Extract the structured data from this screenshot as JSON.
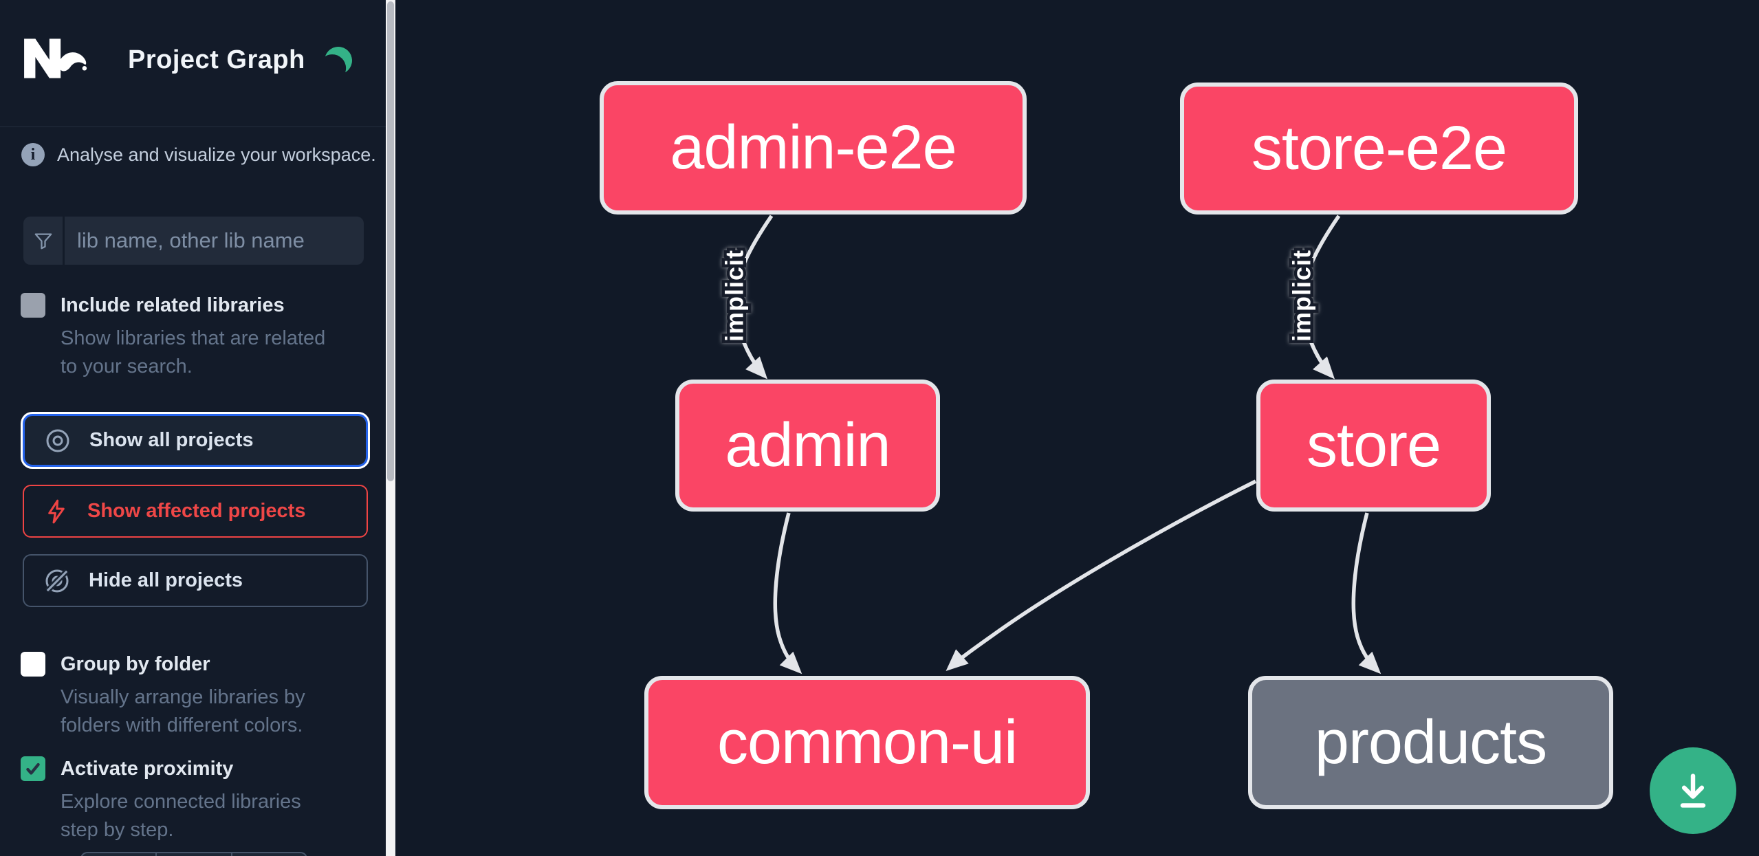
{
  "app": {
    "title": "Project Graph",
    "logo_name": "Nx",
    "theme_toggle": "moon-icon"
  },
  "sidebar": {
    "info_text": "Analyse and visualize your workspace.",
    "search": {
      "placeholder": "lib name, other lib name",
      "value": "",
      "icon": "filter-funnel-icon"
    },
    "options": [
      {
        "label": "Include related libraries",
        "description": "Show libraries that are related to your search.",
        "checked": false
      },
      {
        "label": "Group by folder",
        "description": "Visually arrange libraries by folders with different colors.",
        "checked": false
      },
      {
        "label": "Activate proximity",
        "description": "Explore connected libraries step by step.",
        "checked": true
      }
    ],
    "buttons": [
      {
        "label": "Show all projects",
        "icon": "eye-icon",
        "state": "focused"
      },
      {
        "label": "Show affected projects",
        "icon": "bolt-icon",
        "state": "affected"
      },
      {
        "label": "Hide all projects",
        "icon": "eye-off-icon",
        "state": "default"
      }
    ]
  },
  "graph": {
    "nodes": [
      {
        "id": "admin-e2e",
        "label": "admin-e2e",
        "color": "pink"
      },
      {
        "id": "store-e2e",
        "label": "store-e2e",
        "color": "pink"
      },
      {
        "id": "admin",
        "label": "admin",
        "color": "pink"
      },
      {
        "id": "store",
        "label": "store",
        "color": "pink"
      },
      {
        "id": "common-ui",
        "label": "common-ui",
        "color": "pink"
      },
      {
        "id": "products",
        "label": "products",
        "color": "gray"
      }
    ],
    "edges": [
      {
        "from": "admin-e2e",
        "to": "admin",
        "label": "implicit"
      },
      {
        "from": "store-e2e",
        "to": "store",
        "label": "implicit"
      },
      {
        "from": "admin",
        "to": "common-ui",
        "label": ""
      },
      {
        "from": "store",
        "to": "common-ui",
        "label": ""
      },
      {
        "from": "store",
        "to": "products",
        "label": ""
      }
    ]
  },
  "fab": {
    "icon": "download-icon"
  },
  "colors": {
    "node_pink": "#fa4565",
    "node_gray": "#6b7280",
    "node_border": "#e4e6ea",
    "edge": "#e3e5e9",
    "accent_green": "#34b287",
    "focus_blue": "#2563eb",
    "affected_red": "#ef4444",
    "sidebar_bg": "#131b29",
    "canvas_bg": "#111927"
  }
}
